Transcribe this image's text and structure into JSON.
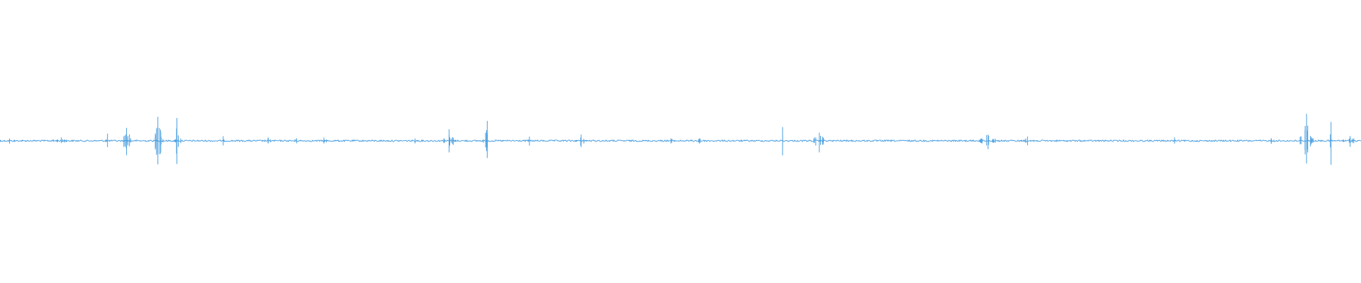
{
  "waveform": {
    "color": "#4a9fe0",
    "background": "#ffffff",
    "channels": 1,
    "bursts": [
      {
        "at": 0.007,
        "amp": 0.02,
        "spread": 0.012,
        "density": 10
      },
      {
        "at": 0.045,
        "amp": 0.02,
        "spread": 0.01,
        "density": 10
      },
      {
        "at": 0.079,
        "amp": 0.05,
        "spread": 0.002,
        "density": 3
      },
      {
        "at": 0.093,
        "amp": 0.09,
        "spread": 0.004,
        "density": 8
      },
      {
        "at": 0.116,
        "amp": 0.18,
        "spread": 0.004,
        "density": 10
      },
      {
        "at": 0.13,
        "amp": 0.2,
        "spread": 0.001,
        "density": 2
      },
      {
        "at": 0.131,
        "amp": 0.04,
        "spread": 0.003,
        "density": 5
      },
      {
        "at": 0.164,
        "amp": 0.03,
        "spread": 0.001,
        "density": 2
      },
      {
        "at": 0.197,
        "amp": 0.02,
        "spread": 0.004,
        "density": 5
      },
      {
        "at": 0.218,
        "amp": 0.02,
        "spread": 0.003,
        "density": 4
      },
      {
        "at": 0.238,
        "amp": 0.02,
        "spread": 0.004,
        "density": 5
      },
      {
        "at": 0.305,
        "amp": 0.02,
        "spread": 0.003,
        "density": 4
      },
      {
        "at": 0.33,
        "amp": 0.07,
        "spread": 0.005,
        "density": 10
      },
      {
        "at": 0.358,
        "amp": 0.12,
        "spread": 0.003,
        "density": 6
      },
      {
        "at": 0.389,
        "amp": 0.03,
        "spread": 0.001,
        "density": 2
      },
      {
        "at": 0.427,
        "amp": 0.04,
        "spread": 0.004,
        "density": 8
      },
      {
        "at": 0.493,
        "amp": 0.02,
        "spread": 0.003,
        "density": 3
      },
      {
        "at": 0.514,
        "amp": 0.02,
        "spread": 0.002,
        "density": 3
      },
      {
        "at": 0.575,
        "amp": 0.09,
        "spread": 0.001,
        "density": 2
      },
      {
        "at": 0.602,
        "amp": 0.07,
        "spread": 0.005,
        "density": 9
      },
      {
        "at": 0.726,
        "amp": 0.05,
        "spread": 0.008,
        "density": 12
      },
      {
        "at": 0.755,
        "amp": 0.03,
        "spread": 0.006,
        "density": 8
      },
      {
        "at": 0.863,
        "amp": 0.02,
        "spread": 0.002,
        "density": 3
      },
      {
        "at": 0.934,
        "amp": 0.02,
        "spread": 0.003,
        "density": 3
      },
      {
        "at": 0.96,
        "amp": 0.16,
        "spread": 0.005,
        "density": 12
      },
      {
        "at": 0.978,
        "amp": 0.16,
        "spread": 0.001,
        "density": 2
      },
      {
        "at": 0.992,
        "amp": 0.04,
        "spread": 0.006,
        "density": 8
      }
    ]
  }
}
